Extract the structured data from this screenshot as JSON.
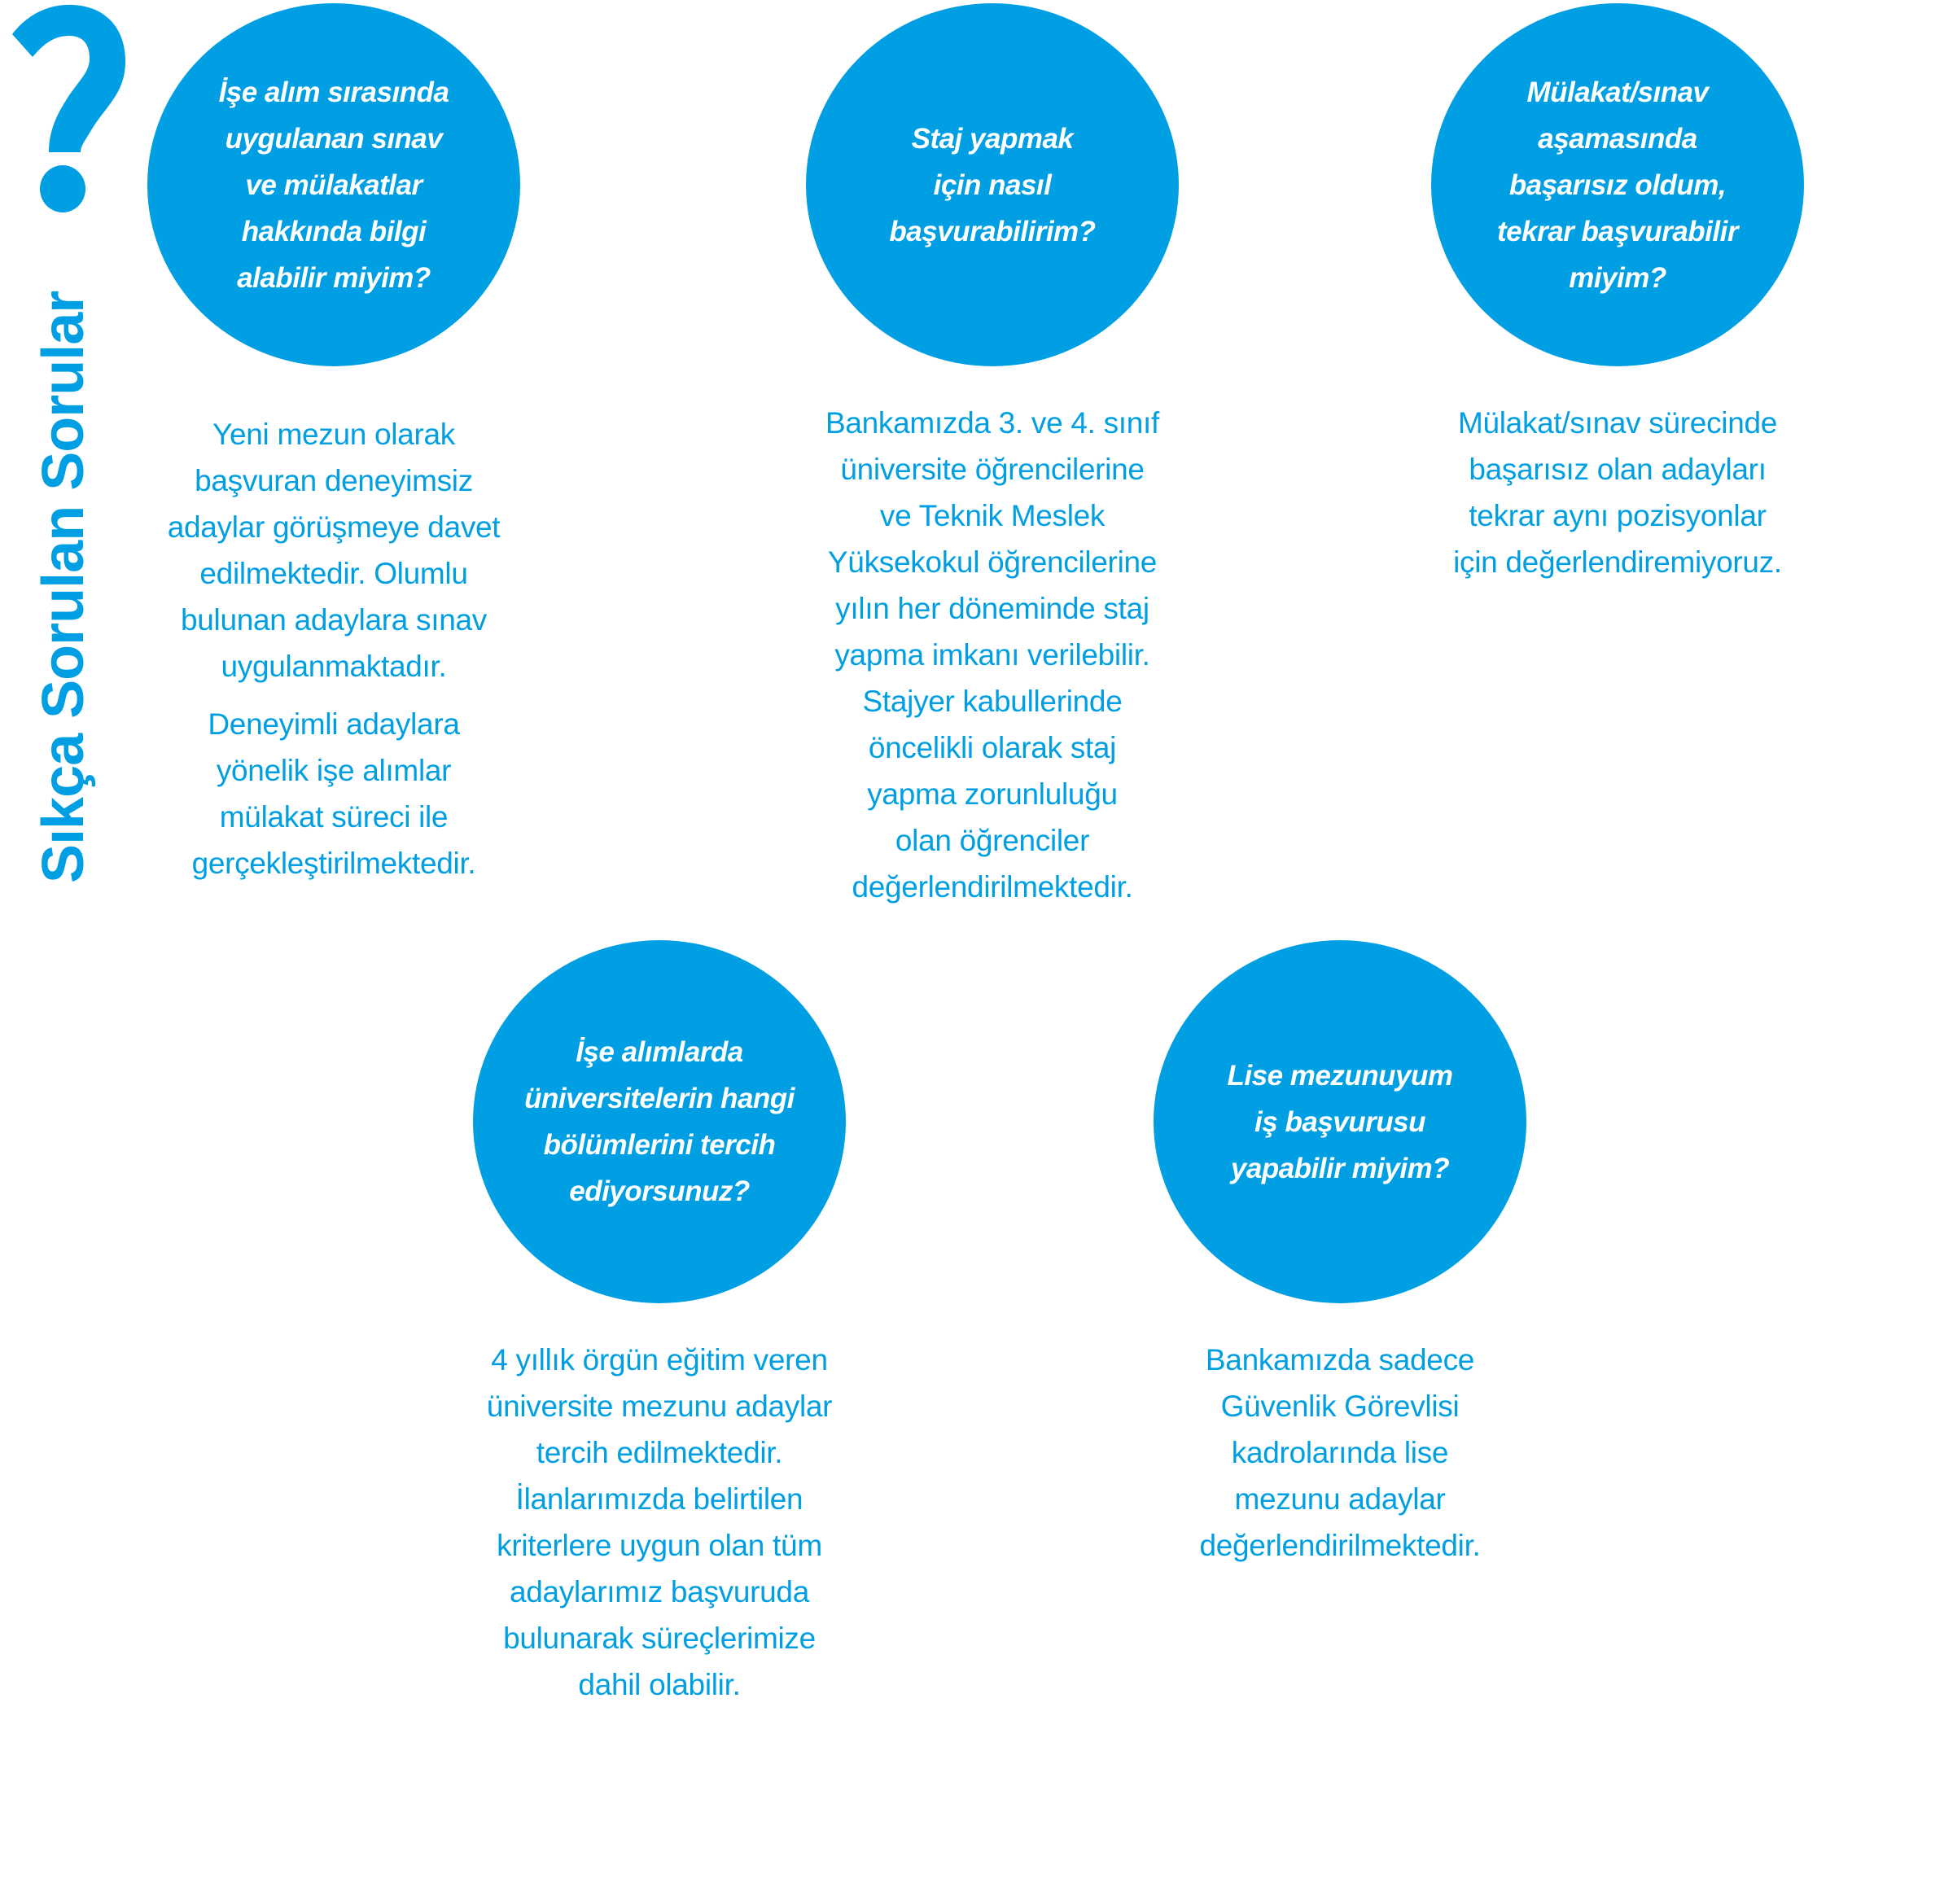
{
  "title": "Sıkça Sorulan Sorular",
  "icon": "question-mark-icon",
  "accent_color": "#009fe3",
  "faqs": [
    {
      "question": [
        "İşe alım sırasında",
        "uygulanan sınav",
        "ve mülakatlar",
        "hakkında bilgi",
        "alabilir miyim?"
      ],
      "answer": [
        [
          "Yeni mezun olarak",
          "başvuran deneyimsiz",
          "adaylar görüşmeye davet",
          "edilmektedir. Olumlu",
          "bulunan adaylara sınav",
          "uygulanmaktadır."
        ],
        [
          "Deneyimli adaylara",
          "yönelik işe alımlar",
          "mülakat süreci ile",
          "gerçekleştirilmektedir."
        ]
      ]
    },
    {
      "question": [
        "Staj yapmak",
        "için nasıl",
        "başvurabilirim?"
      ],
      "answer": [
        [
          "Bankamızda 3. ve 4. sınıf",
          "üniversite öğrencilerine",
          "ve Teknik Meslek",
          "Yüksekokul öğrencilerine",
          "yılın her döneminde staj",
          "yapma imkanı verilebilir.",
          "Stajyer kabullerinde",
          "öncelikli olarak staj",
          "yapma zorunluluğu",
          "olan öğrenciler",
          "değerlendirilmektedir."
        ]
      ]
    },
    {
      "question": [
        "Mülakat/sınav",
        "aşamasında",
        "başarısız oldum,",
        "tekrar başvurabilir",
        "miyim?"
      ],
      "answer": [
        [
          "Mülakat/sınav sürecinde",
          "başarısız olan adayları",
          "tekrar aynı pozisyonlar",
          "için değerlendiremiyoruz."
        ]
      ]
    },
    {
      "question": [
        "İşe alımlarda",
        "üniversitelerin hangi",
        "bölümlerini tercih",
        "ediyorsunuz?"
      ],
      "answer": [
        [
          "4 yıllık örgün eğitim veren",
          "üniversite mezunu adaylar",
          "tercih edilmektedir.",
          "İlanlarımızda belirtilen",
          "kriterlere uygun olan tüm",
          "adaylarımız başvuruda",
          "bulunarak süreçlerimize",
          "dahil olabilir."
        ]
      ]
    },
    {
      "question": [
        "Lise mezunuyum",
        "iş başvurusu",
        "yapabilir miyim?"
      ],
      "answer": [
        [
          "Bankamızda sadece",
          "Güvenlik Görevlisi",
          "kadrolarında lise",
          "mezunu adaylar",
          "değerlendirilmektedir."
        ]
      ]
    }
  ]
}
